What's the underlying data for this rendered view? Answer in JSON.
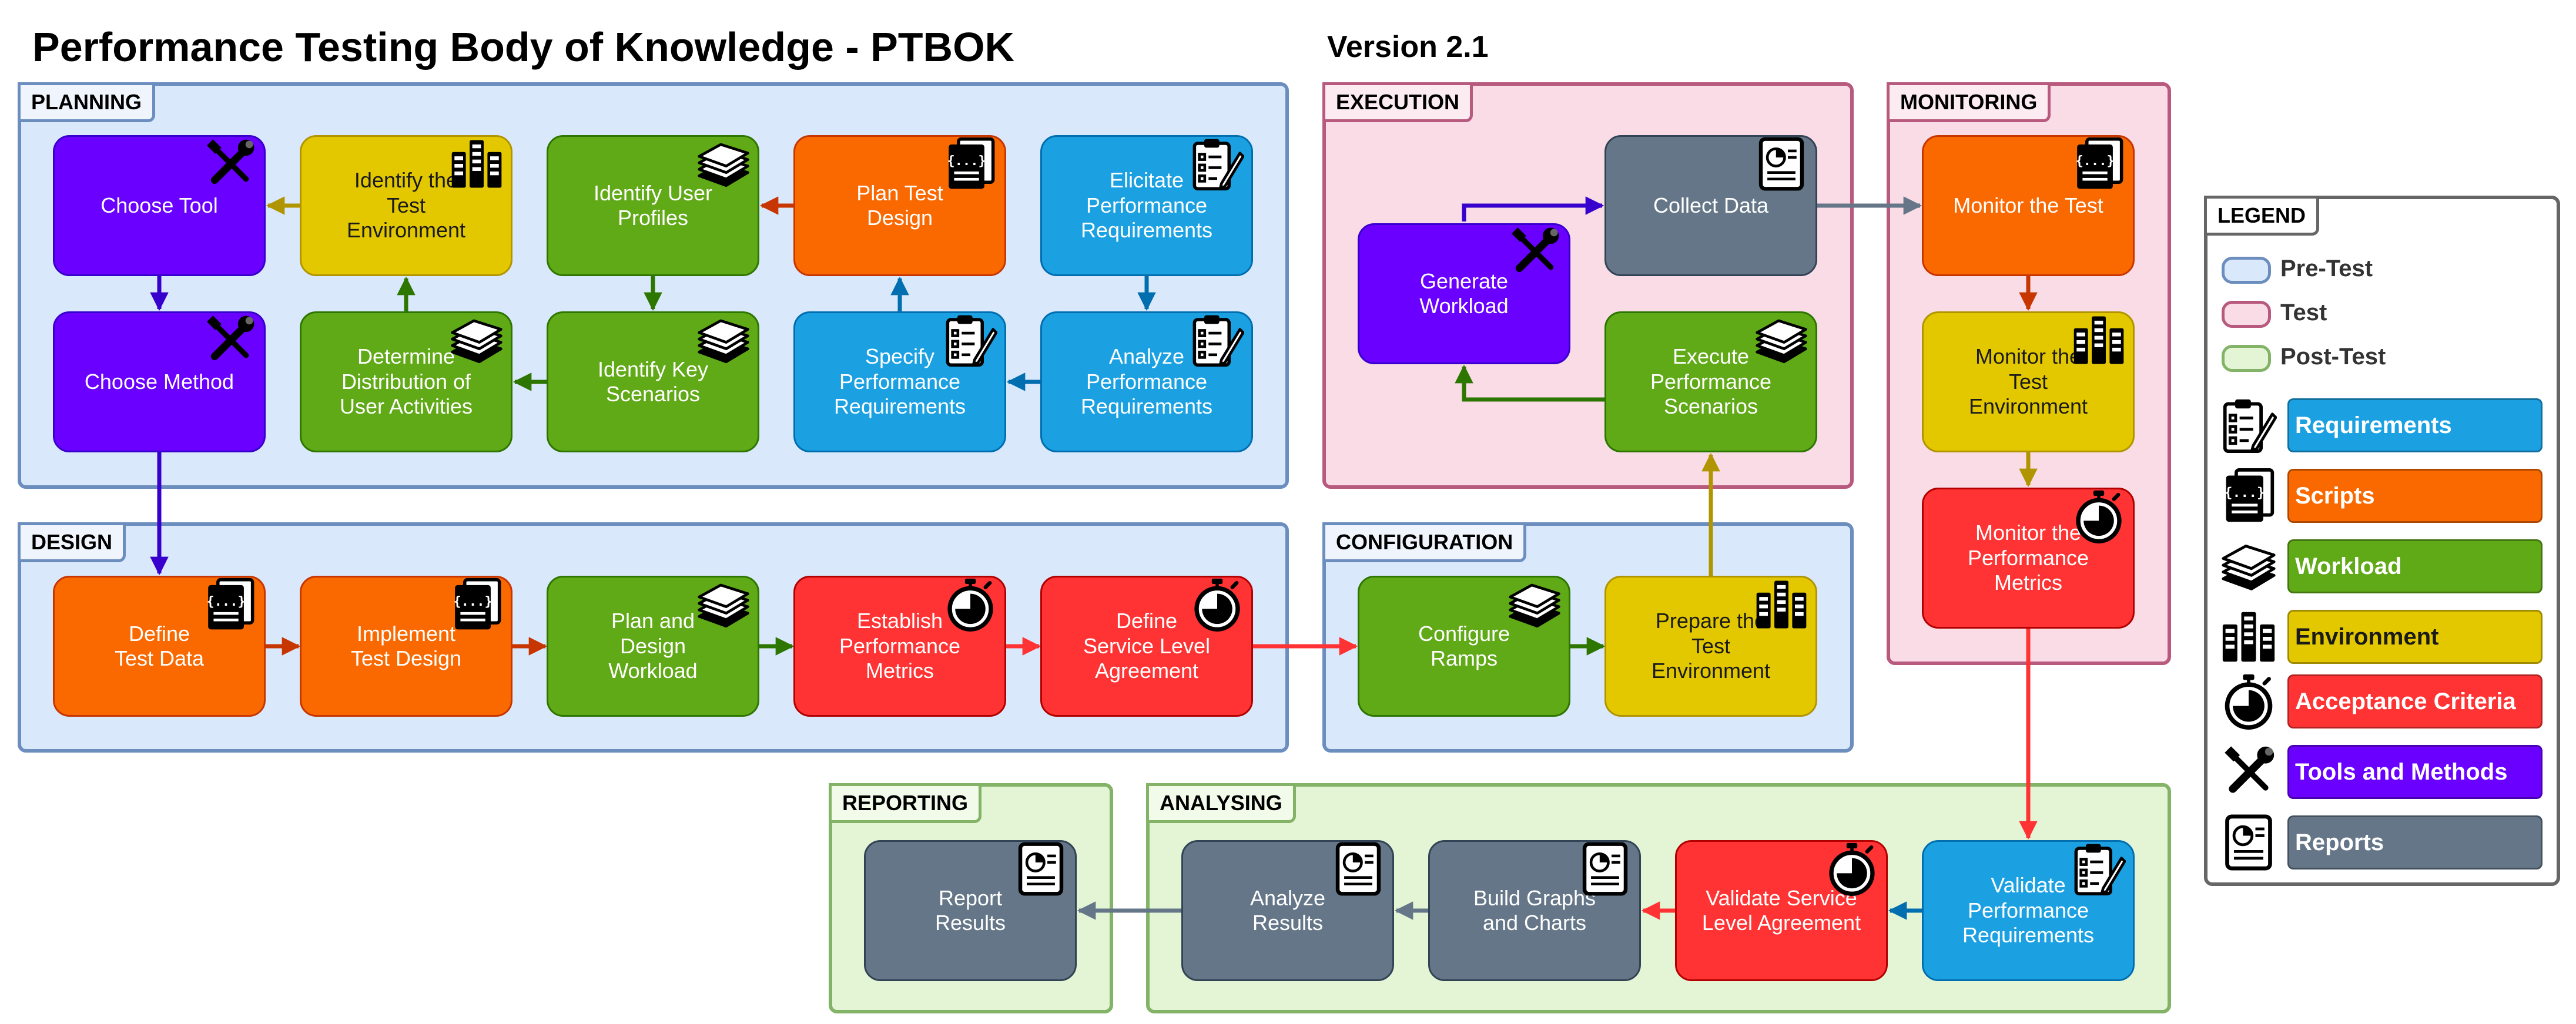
{
  "title": "Performance Testing Body of Knowledge - PTBOK",
  "version": "Version 2.1",
  "sections": {
    "planning": "PLANNING",
    "design": "DESIGN",
    "execution": "EXECUTION",
    "configuration": "CONFIGURATION",
    "monitoring": "MONITORING",
    "reporting": "REPORTING",
    "analysing": "ANALYSING",
    "legend": "LEGEND"
  },
  "nodes": {
    "choose_tool": "Choose Tool",
    "identify_test_env": "Identify the\nTest\nEnvironment",
    "identify_user_profiles": "Identify User\nProfiles",
    "plan_test_design": "Plan Test\nDesign",
    "elicitate_perf_req": "Elicitate\nPerformance\nRequirements",
    "choose_method": "Choose Method",
    "determine_distribution": "Determine\nDistribution of\nUser Activities",
    "identify_key_scenarios": "Identify Key\nScenarios",
    "specify_perf_req": "Specify\nPerformance\nRequirements",
    "analyze_perf_req": "Analyze\nPerformance\nRequirements",
    "define_test_data": "Define\nTest Data",
    "implement_test_design": "Implement\nTest Design",
    "plan_design_workload": "Plan and\nDesign\nWorkload",
    "establish_perf_metrics": "Establish\nPerformance\nMetrics",
    "define_sla": "Define\nService Level\nAgreement",
    "generate_workload": "Generate\nWorkload",
    "collect_data": "Collect Data",
    "execute_perf_scenarios": "Execute\nPerformance\nScenarios",
    "configure_ramps": "Configure\nRamps",
    "prepare_test_env": "Prepare the\nTest\nEnvironment",
    "monitor_test": "Monitor the Test",
    "monitor_test_env": "Monitor the\nTest\nEnvironment",
    "monitor_perf_metrics": "Monitor the\nPerformance\nMetrics",
    "report_results": "Report\nResults",
    "analyze_results": "Analyze\nResults",
    "build_graphs": "Build Graphs\nand Charts",
    "validate_sla": "Validate Service\nLevel Agreement",
    "validate_perf_req": "Validate\nPerformance\nRequirements"
  },
  "legend": {
    "phases": [
      "Pre-Test",
      "Test",
      "Post-Test"
    ],
    "categories": [
      "Requirements",
      "Scripts",
      "Workload",
      "Environment",
      "Acceptance Criteria",
      "Tools and Methods",
      "Reports"
    ]
  },
  "colors": {
    "requirements": "#1ba1e2",
    "scripts": "#fa6800",
    "workload": "#60a917",
    "environment": "#e3c800",
    "acceptance_criteria": "#ff3333",
    "tools_and_methods": "#6a00ff",
    "reports": "#647687",
    "pre_test": "#dae8fc",
    "test": "#f9dce6",
    "post_test": "#e4f5d6"
  }
}
